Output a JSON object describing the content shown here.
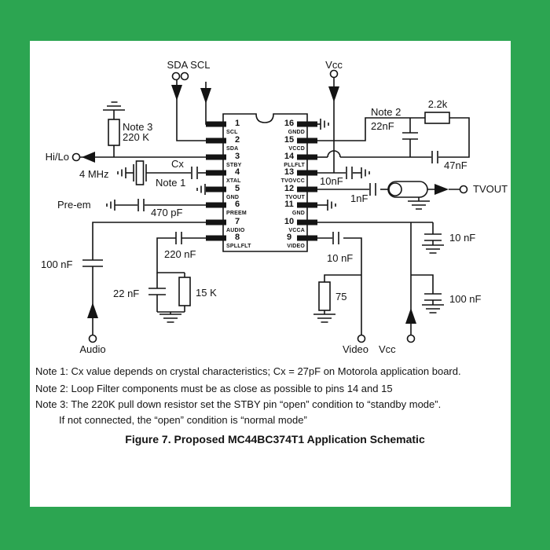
{
  "figure": {
    "caption": "Figure 7. Proposed MC44BC374T1 Application Schematic",
    "notes": [
      "Note 1: Cx value depends on crystal characteristics; Cx = 27pF on Motorola application board.",
      "Note 2: Loop Filter components must be as close as possible to pins 14 and 15",
      "Note 3: The 220K pull down resistor set the STBY pin “open” condition to “standby mode”.",
      "If not connected, the “open” condition is “normal mode”"
    ]
  },
  "ic": {
    "pins_left": [
      {
        "num": "1",
        "name": "SCL"
      },
      {
        "num": "2",
        "name": "SDA"
      },
      {
        "num": "3",
        "name": "STBY"
      },
      {
        "num": "4",
        "name": "XTAL"
      },
      {
        "num": "5",
        "name": "GND"
      },
      {
        "num": "6",
        "name": "PREEM"
      },
      {
        "num": "7",
        "name": "AUDIO"
      },
      {
        "num": "8",
        "name": "SPLLFLT"
      }
    ],
    "pins_right": [
      {
        "num": "16",
        "name": "GNDD"
      },
      {
        "num": "15",
        "name": "VCCD"
      },
      {
        "num": "14",
        "name": "PLLFLT"
      },
      {
        "num": "13",
        "name": "TVOVCC"
      },
      {
        "num": "12",
        "name": "TVOUT"
      },
      {
        "num": "11",
        "name": "GND"
      },
      {
        "num": "10",
        "name": "VCCA"
      },
      {
        "num": "9",
        "name": "VIDEO"
      }
    ]
  },
  "terminals": {
    "sda_scl": "SDA SCL",
    "vcc_top": "Vcc",
    "hi_lo": "Hi/Lo",
    "tvout": "TVOUT",
    "audio": "Audio",
    "video": "Video",
    "vcc_bottom": "Vcc"
  },
  "components": {
    "r220k_note": "Note 3",
    "r220k": "220 K",
    "xtal": "4 MHz",
    "cx": "Cx",
    "cx_note": "Note 1",
    "preem": "Pre-em",
    "c470p": "470 pF",
    "c100n_audio": "100 nF",
    "c220n": "220 nF",
    "c22n_audio": "22 nF",
    "r15k": "15 K",
    "loop_note": "Note 2",
    "c22n_loop": "22nF",
    "r2k2": "2.2k",
    "c47n": "47nF",
    "c10n_tvo": "10nF",
    "c1n": "1nF",
    "c10n_video": "10 nF",
    "r75": "75",
    "c10n_vcca": "10 nF",
    "c100n_vcca": "100 nF"
  },
  "colors": {
    "frame_green": "#2ca551",
    "ink": "#141414",
    "paper": "#ffffff"
  }
}
